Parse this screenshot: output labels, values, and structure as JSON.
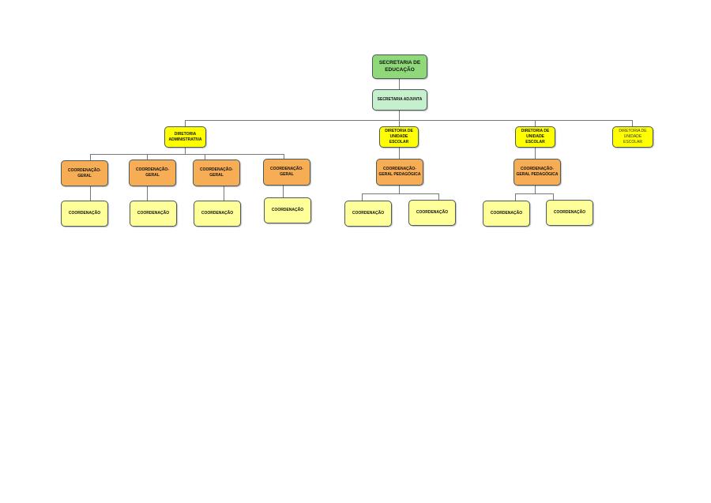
{
  "root": {
    "label": "SECRETARIA DE EDUCAÇÃO"
  },
  "adjunta": {
    "label": "SECRETARIA ADJUNTA"
  },
  "diretorias": [
    {
      "label": "DIRETORIA ADMINISTRATIVA"
    },
    {
      "label": "DIRETORIA DE UNIDADE ESCOLAR"
    },
    {
      "label": "DIRETORIA DE UNIDADE ESCOLAR"
    },
    {
      "label": "DIRETORIA DE UNIDADE ESCOLAR"
    }
  ],
  "coord_geral": [
    {
      "label": "COORDENAÇÃO-GERAL"
    },
    {
      "label": "COORDENAÇÃO-GERAL"
    },
    {
      "label": "COORDENAÇÃO-GERAL"
    },
    {
      "label": "COORDENAÇÃO-GERAL"
    },
    {
      "label": "COORDENAÇÃO-GERAL PEDAGÓGICA"
    },
    {
      "label": "COORDENAÇÃO-GERAL PEDAGÓGICA"
    }
  ],
  "coordenacoes": [
    {
      "label": "COORDENAÇÃO"
    },
    {
      "label": "COORDENAÇÃO"
    },
    {
      "label": "COORDENAÇÃO"
    },
    {
      "label": "COORDENAÇÃO"
    },
    {
      "label": "COORDENAÇÃO"
    },
    {
      "label": "COORDENAÇÃO"
    },
    {
      "label": "COORDENAÇÃO"
    },
    {
      "label": "COORDENAÇÃO"
    }
  ],
  "colors": {
    "root": "#8fd97a",
    "adjunta": "#c6efce",
    "diretoria": "#ffff00",
    "coord_geral": "#f6ad55",
    "coordenacao": "#ffff99"
  }
}
